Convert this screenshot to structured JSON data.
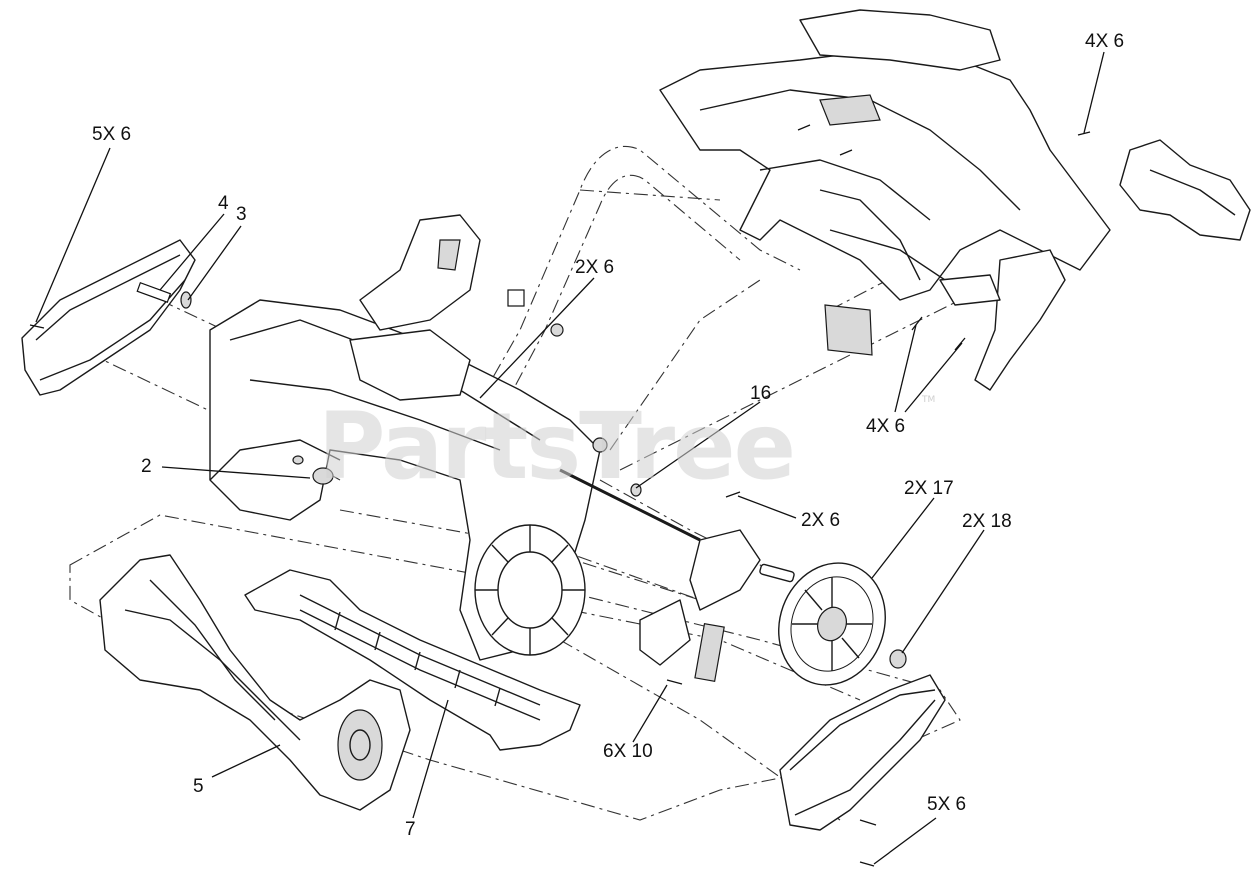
{
  "watermark": {
    "text": "PartsTree",
    "trademark": "TM"
  },
  "callouts": [
    {
      "id": "c-5x6-top",
      "text": "5X 6"
    },
    {
      "id": "c-4",
      "text": "4"
    },
    {
      "id": "c-3",
      "text": "3"
    },
    {
      "id": "c-2x6-a",
      "text": "2X 6"
    },
    {
      "id": "c-4x6-top",
      "text": "4X 6"
    },
    {
      "id": "c-4x6-mid",
      "text": "4X 6"
    },
    {
      "id": "c-16",
      "text": "16"
    },
    {
      "id": "c-2",
      "text": "2"
    },
    {
      "id": "c-2x6-b",
      "text": "2X 6"
    },
    {
      "id": "c-2x17",
      "text": "2X 17"
    },
    {
      "id": "c-2x18",
      "text": "2X 18"
    },
    {
      "id": "c-6x10",
      "text": "6X 10"
    },
    {
      "id": "c-5",
      "text": "5"
    },
    {
      "id": "c-7",
      "text": "7"
    },
    {
      "id": "c-5x6-bottom",
      "text": "5X 6"
    }
  ]
}
